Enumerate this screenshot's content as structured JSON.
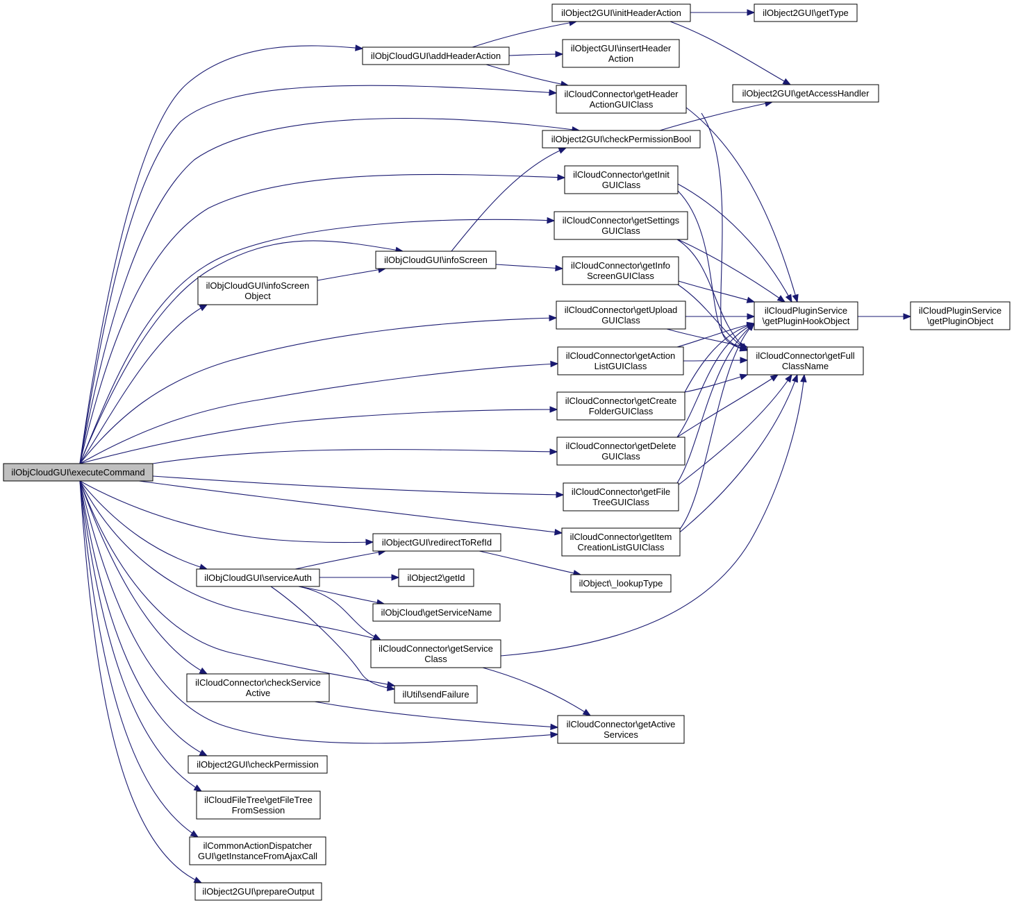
{
  "diagram": {
    "type": "call-graph",
    "colors": {
      "edge": "#191970",
      "node_border": "#000000",
      "node_fill": "#ffffff",
      "root_fill": "#bfbfbf"
    },
    "nodes": [
      {
        "id": "executeCommand",
        "lines": [
          "ilObjCloudGUI\\executeCommand"
        ],
        "root": true
      },
      {
        "id": "addHeaderAction",
        "lines": [
          "ilObjCloudGUI\\addHeaderAction"
        ]
      },
      {
        "id": "initHeaderAction",
        "lines": [
          "ilObject2GUI\\initHeaderAction"
        ]
      },
      {
        "id": "getType",
        "lines": [
          "ilObject2GUI\\getType"
        ]
      },
      {
        "id": "insertHeaderAction",
        "lines": [
          "ilObjectGUI\\insertHeader",
          "Action"
        ]
      },
      {
        "id": "getAccessHandler",
        "lines": [
          "ilObject2GUI\\getAccessHandler"
        ]
      },
      {
        "id": "getHeaderActionGUIClass",
        "lines": [
          "ilCloudConnector\\getHeader",
          "ActionGUIClass"
        ]
      },
      {
        "id": "checkPermissionBool",
        "lines": [
          "ilObject2GUI\\checkPermissionBool"
        ]
      },
      {
        "id": "getInitGUIClass",
        "lines": [
          "ilCloudConnector\\getInit",
          "GUIClass"
        ]
      },
      {
        "id": "getSettingsGUIClass",
        "lines": [
          "ilCloudConnector\\getSettings",
          "GUIClass"
        ]
      },
      {
        "id": "infoScreen",
        "lines": [
          "ilObjCloudGUI\\infoScreen"
        ]
      },
      {
        "id": "infoScreenObject",
        "lines": [
          "ilObjCloudGUI\\infoScreen",
          "Object"
        ]
      },
      {
        "id": "getInfoScreenGUIClass",
        "lines": [
          "ilCloudConnector\\getInfo",
          "ScreenGUIClass"
        ]
      },
      {
        "id": "getPluginHookObject",
        "lines": [
          "ilCloudPluginService",
          "\\getPluginHookObject"
        ]
      },
      {
        "id": "getPluginObject",
        "lines": [
          "ilCloudPluginService",
          "\\getPluginObject"
        ]
      },
      {
        "id": "getUploadGUIClass",
        "lines": [
          "ilCloudConnector\\getUpload",
          "GUIClass"
        ]
      },
      {
        "id": "getFullClassName",
        "lines": [
          "ilCloudConnector\\getFull",
          "ClassName"
        ]
      },
      {
        "id": "getActionListGUIClass",
        "lines": [
          "ilCloudConnector\\getAction",
          "ListGUIClass"
        ]
      },
      {
        "id": "getCreateFolderGUIClass",
        "lines": [
          "ilCloudConnector\\getCreate",
          "FolderGUIClass"
        ]
      },
      {
        "id": "getDeleteGUIClass",
        "lines": [
          "ilCloudConnector\\getDelete",
          "GUIClass"
        ]
      },
      {
        "id": "getFileTreeGUIClass",
        "lines": [
          "ilCloudConnector\\getFile",
          "TreeGUIClass"
        ]
      },
      {
        "id": "getItemCreationListGUIClass",
        "lines": [
          "ilCloudConnector\\getItem",
          "CreationListGUIClass"
        ]
      },
      {
        "id": "redirectToRefId",
        "lines": [
          "ilObjectGUI\\redirectToRefId"
        ]
      },
      {
        "id": "lookupType",
        "lines": [
          "ilObject\\_lookupType"
        ]
      },
      {
        "id": "serviceAuth",
        "lines": [
          "ilObjCloudGUI\\serviceAuth"
        ]
      },
      {
        "id": "getId",
        "lines": [
          "ilObject2\\getId"
        ]
      },
      {
        "id": "getServiceName",
        "lines": [
          "ilObjCloud\\getServiceName"
        ]
      },
      {
        "id": "getServiceClass",
        "lines": [
          "ilCloudConnector\\getService",
          "Class"
        ]
      },
      {
        "id": "checkServiceActive",
        "lines": [
          "ilCloudConnector\\checkService",
          "Active"
        ]
      },
      {
        "id": "sendFailure",
        "lines": [
          "ilUtil\\sendFailure"
        ]
      },
      {
        "id": "getActiveServices",
        "lines": [
          "ilCloudConnector\\getActive",
          "Services"
        ]
      },
      {
        "id": "checkPermission",
        "lines": [
          "ilObject2GUI\\checkPermission"
        ]
      },
      {
        "id": "getFileTreeFromSession",
        "lines": [
          "ilCloudFileTree\\getFileTree",
          "FromSession"
        ]
      },
      {
        "id": "getInstanceFromAjaxCall",
        "lines": [
          "ilCommonActionDispatcher",
          "GUI\\getInstanceFromAjaxCall"
        ]
      },
      {
        "id": "prepareOutput",
        "lines": [
          "ilObject2GUI\\prepareOutput"
        ]
      }
    ]
  }
}
